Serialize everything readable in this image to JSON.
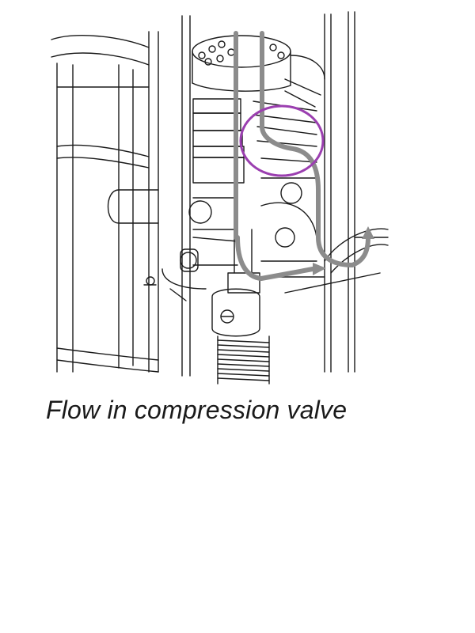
{
  "caption": "Flow in compression valve",
  "colors": {
    "line_art": "#1a1a1a",
    "flow_arrow": "#8c8c8c",
    "highlight_circle": "#9b3fb0",
    "background": "#ffffff"
  },
  "icons": {
    "flow_arrow": "flow-arrow",
    "highlight": "highlight-circle"
  }
}
